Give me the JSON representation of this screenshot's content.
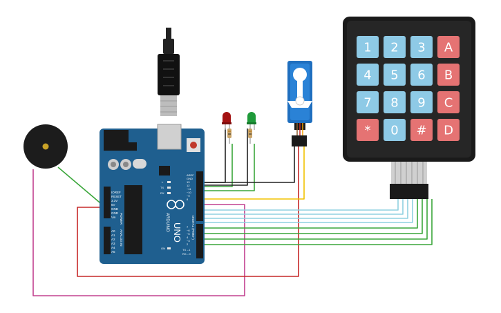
{
  "board": {
    "logo": "ARDUINO",
    "model": "UNO",
    "power_header_labels": [
      "IOREF",
      "RESET",
      "3.3V",
      "5V",
      "GND",
      "GND",
      "Vin"
    ],
    "power_label": "POWER",
    "analog_pin_labels": [
      "A0",
      "A1",
      "A2",
      "A3",
      "A4",
      "A5"
    ],
    "analog_label": "ANALOG IN",
    "digital_header_labels": [
      "AREF",
      "GND",
      "13",
      "12",
      "~11",
      "~10",
      "~9",
      "8",
      "7",
      "~6",
      "~5",
      "4",
      "~3",
      "2",
      "TX→1",
      "RX←0"
    ],
    "digital_label": "DIGITAL (PWM~)",
    "led_labels": [
      "L",
      "TX",
      "RX"
    ],
    "on_label": "ON"
  },
  "keypad": {
    "keys": [
      {
        "label": "1",
        "color": "#8ecae6"
      },
      {
        "label": "2",
        "color": "#8ecae6"
      },
      {
        "label": "3",
        "color": "#8ecae6"
      },
      {
        "label": "A",
        "color": "#e57373"
      },
      {
        "label": "4",
        "color": "#8ecae6"
      },
      {
        "label": "5",
        "color": "#8ecae6"
      },
      {
        "label": "6",
        "color": "#8ecae6"
      },
      {
        "label": "B",
        "color": "#e57373"
      },
      {
        "label": "7",
        "color": "#8ecae6"
      },
      {
        "label": "8",
        "color": "#8ecae6"
      },
      {
        "label": "9",
        "color": "#8ecae6"
      },
      {
        "label": "C",
        "color": "#e57373"
      },
      {
        "label": "*",
        "color": "#e57373"
      },
      {
        "label": "0",
        "color": "#8ecae6"
      },
      {
        "label": "#",
        "color": "#e57373"
      },
      {
        "label": "D",
        "color": "#e57373"
      }
    ]
  },
  "colors": {
    "board": "#1f5f8f",
    "wire_black": "#222222",
    "wire_red": "#c62828",
    "wire_yellow": "#f2c200",
    "wire_magenta": "#c2408f",
    "wire_green": "#3aa63a",
    "wire_cyan": "#8fd0e0",
    "led_red": "#a31212",
    "led_green": "#1f9a3a",
    "servo_blue": "#1f6fbf"
  },
  "components": {
    "leds": [
      "red-led",
      "green-led"
    ],
    "icons": [
      "usb-plug-icon",
      "piezo-buzzer-icon",
      "servo-motor-icon",
      "keypad-icon"
    ]
  }
}
